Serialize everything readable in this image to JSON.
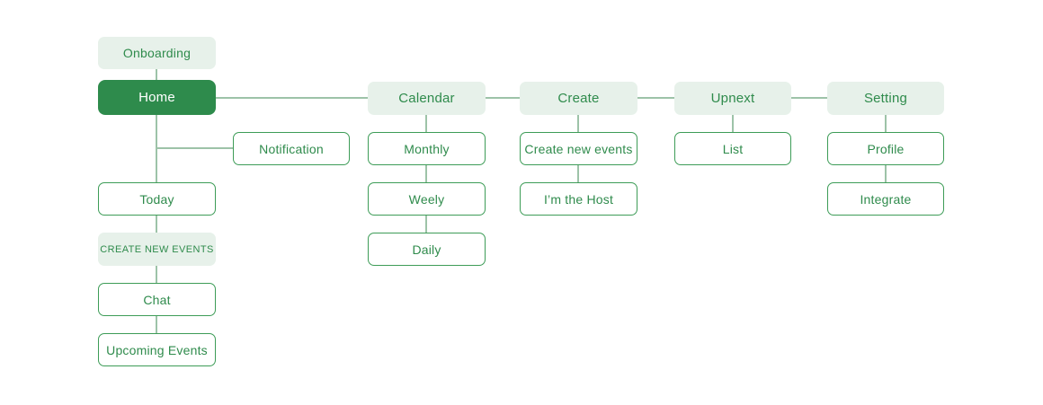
{
  "colors": {
    "accent_dark_green": "#2E8B4C",
    "light_green_fill": "#E7F1EA",
    "outline_green": "#3D9C57",
    "connector_green": "#9DC3A8",
    "text_green": "#2F8B4C",
    "text_on_dark": "#FFFFFF"
  },
  "sitemap": {
    "nodes": {
      "onboarding": {
        "label": "Onboarding"
      },
      "home": {
        "label": "Home"
      },
      "notification": {
        "label": "Notification"
      },
      "today": {
        "label": "Today"
      },
      "create_new_events_cta": {
        "label": "CREATE NEW EVENTS"
      },
      "chat": {
        "label": "Chat"
      },
      "upcoming_events": {
        "label": "Upcoming Events"
      },
      "calendar": {
        "label": "Calendar"
      },
      "monthly": {
        "label": "Monthly"
      },
      "weely": {
        "label": "Weely"
      },
      "daily": {
        "label": "Daily"
      },
      "create": {
        "label": "Create"
      },
      "create_new_events": {
        "label": "Create new events"
      },
      "im_the_host": {
        "label": "I’m the Host"
      },
      "upnext": {
        "label": "Upnext"
      },
      "list": {
        "label": "List"
      },
      "setting": {
        "label": "Setting"
      },
      "profile": {
        "label": "Profile"
      },
      "integrate": {
        "label": "Integrate"
      }
    }
  }
}
